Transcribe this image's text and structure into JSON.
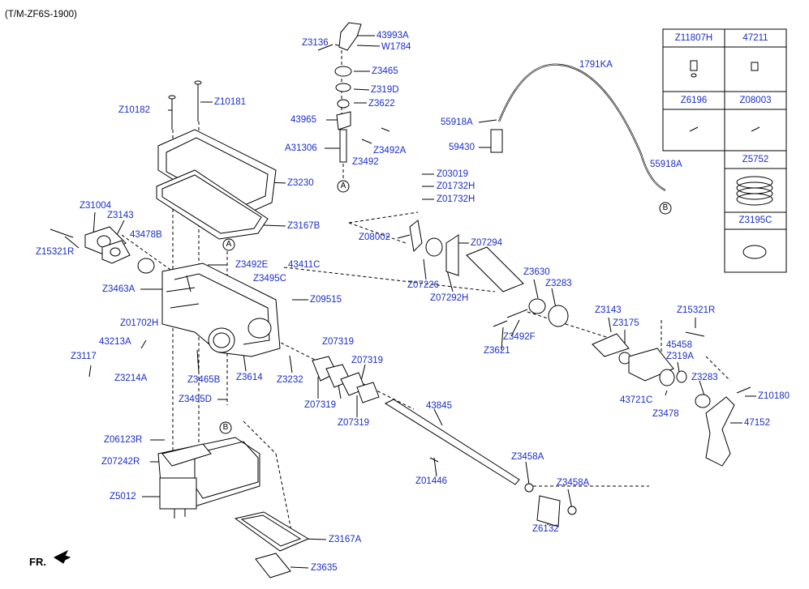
{
  "header": {
    "model": "(T/M-ZF6S-1900)"
  },
  "orientation": {
    "front_label": "FR."
  },
  "reference_markers": [
    "A",
    "A",
    "B",
    "B"
  ],
  "parts": [
    "Z3136",
    "43993A",
    "W1784",
    "Z3465",
    "Z319D",
    "Z3622",
    "43965",
    "A31306",
    "Z3492",
    "Z3492A",
    "Z10182",
    "Z10181",
    "Z3230",
    "Z3167B",
    "Z31004",
    "Z3143",
    "43478B",
    "Z15321R",
    "Z3463A",
    "Z3492E",
    "43411C",
    "Z3495C",
    "Z09515",
    "Z01702H",
    "43213A",
    "Z3117",
    "Z3214A",
    "Z3465B",
    "Z3614",
    "Z3232",
    "Z3495D",
    "Z06123R",
    "Z07242R",
    "Z5012",
    "Z3167A",
    "Z3635",
    "55918A",
    "59430",
    "1791KA",
    "55918A",
    "Z03019",
    "Z01732H",
    "Z01732H",
    "Z08002",
    "Z07294",
    "Z07226",
    "Z07292H",
    "Z3630",
    "Z3283",
    "Z3492F",
    "Z3621",
    "Z3143",
    "Z3175",
    "Z15321R",
    "45458",
    "Z319A",
    "43721C",
    "Z3283",
    "Z3478",
    "Z10180",
    "47152",
    "Z07319",
    "Z07319",
    "Z07319",
    "Z07319",
    "43845",
    "Z01446",
    "Z3458A",
    "Z3458A",
    "Z6132"
  ],
  "legend_table": [
    {
      "code": "Z11807H",
      "icon": "oil-nozzle-icon"
    },
    {
      "code": "47211",
      "icon": "cap-icon"
    },
    {
      "code": "Z6196",
      "icon": "pin-icon"
    },
    {
      "code": "Z08003",
      "icon": "pin-icon"
    },
    {
      "code": "Z5752",
      "icon": "spring-icon"
    },
    {
      "code": "Z3195C",
      "icon": "o-ring-icon"
    }
  ],
  "colors": {
    "label": "#1a2dcc",
    "line": "#000000"
  }
}
